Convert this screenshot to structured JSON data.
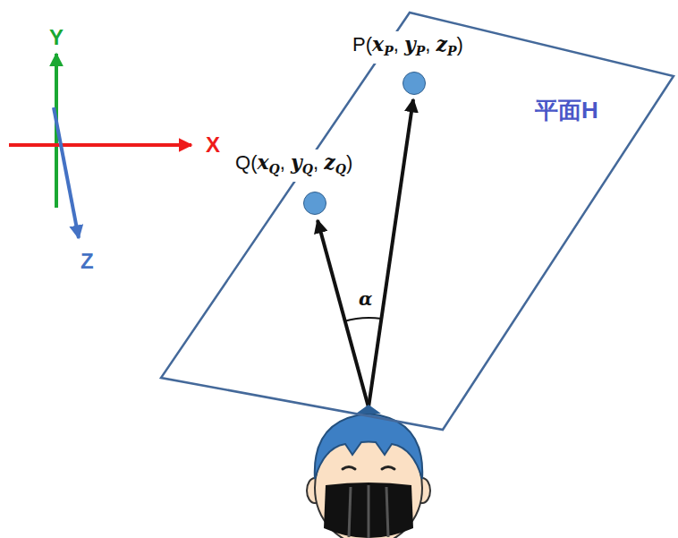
{
  "diagram": {
    "nodes": [
      {
        "text": [
          "平面H"
        ]
      },
      {
        "text": [
          "P(xP, yP, zP)"
        ],
        "in": 0
      },
      {
        "text": [
          "Q(xQ, yQ, zQ)"
        ],
        "in": 0
      }
    ],
    "labels": [
      "Y",
      "X",
      "Z",
      "α"
    ]
  }
}
